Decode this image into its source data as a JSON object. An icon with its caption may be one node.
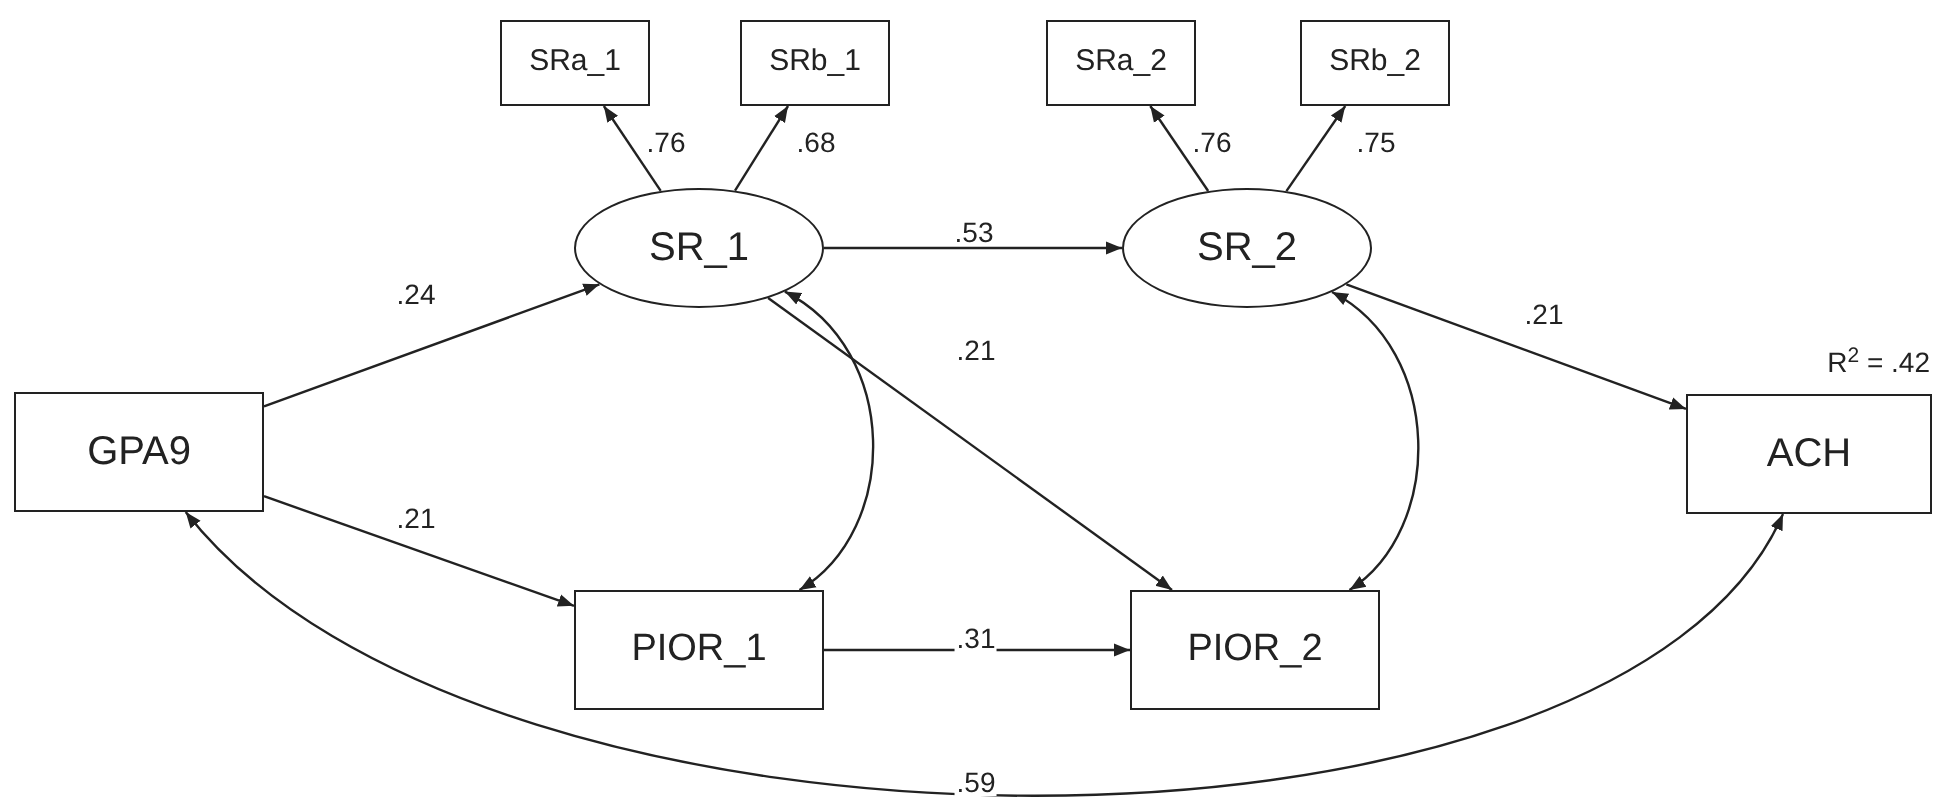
{
  "diagram": {
    "nodes": [
      {
        "text": [
          "SRa_1"
        ]
      },
      {
        "text": [
          "SRb_1"
        ]
      },
      {
        "text": [
          "SRa_2"
        ]
      },
      {
        "text": [
          "SRb_2"
        ]
      },
      {
        "text": [
          "SR_1"
        ]
      },
      {
        "text": [
          "SR_2"
        ]
      },
      {
        "text": [
          "GPA9"
        ]
      },
      {
        "text": [
          "ACH"
        ],
        "beside": [
          "R$^{2}$ = .42"
        ]
      },
      {
        "text": [
          "PIOR_1"
        ]
      },
      {
        "text": [
          "PIOR_2"
        ]
      }
    ],
    "edges": [
      {
        "from": 6,
        "to": 4,
        "arrow": "to",
        "label": ".24"
      },
      {
        "from": 6,
        "to": 8,
        "arrow": "to",
        "label": ".21"
      },
      {
        "from": 4,
        "to": 0,
        "arrow": "to",
        "label": ".76"
      },
      {
        "from": 4,
        "to": 1,
        "arrow": "to",
        "label": ".68"
      },
      {
        "from": 4,
        "to": 5,
        "arrow": "to",
        "label": ".53"
      },
      {
        "from": 4,
        "to": 9,
        "arrow": "to",
        "label": ".21"
      },
      {
        "from": 4,
        "to": 8,
        "arrow": "both"
      },
      {
        "from": 8,
        "to": 9,
        "arrow": "to",
        "label": ".31"
      },
      {
        "from": 5,
        "to": 2,
        "arrow": "to",
        "label": ".76"
      },
      {
        "from": 5,
        "to": 3,
        "arrow": "to",
        "label": ".75"
      },
      {
        "from": 5,
        "to": 7,
        "arrow": "to",
        "label": ".21"
      },
      {
        "from": 5,
        "to": 9,
        "arrow": "both"
      },
      {
        "from": 6,
        "to": 7,
        "arrow": "both",
        "label": ".59"
      }
    ]
  }
}
